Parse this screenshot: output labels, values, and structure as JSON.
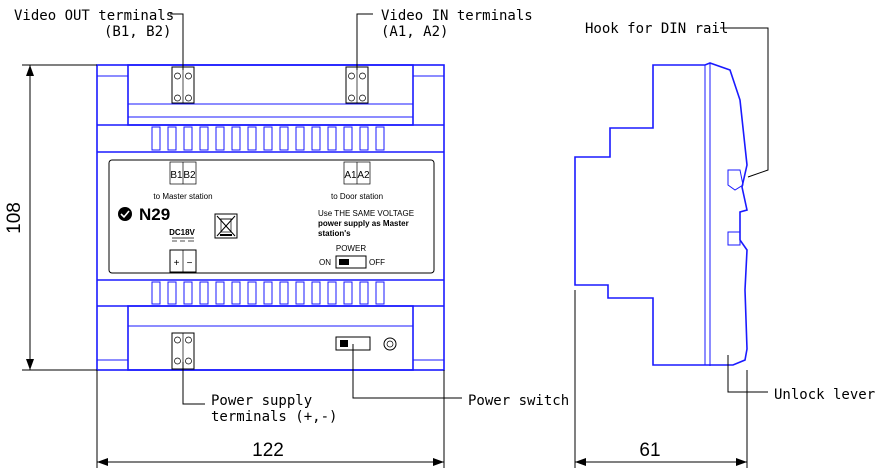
{
  "callouts": {
    "video_out_line1": "Video OUT terminals",
    "video_out_line2": "(B1, B2)",
    "video_in_line1": "Video IN terminals",
    "video_in_line2": "(A1, A2)",
    "hook": "Hook for DIN rail",
    "power_terminals_line1": "Power supply",
    "power_terminals_line2": "terminals (+,-)",
    "power_switch": "Power switch",
    "unlock": "Unlock lever"
  },
  "dimensions": {
    "height": "108",
    "width": "122",
    "depth": "61"
  },
  "panel": {
    "b1": "B1",
    "b2": "B2",
    "a1": "A1",
    "a2": "A2",
    "to_master": "to Master station",
    "to_door": "to Door station",
    "model": "N29",
    "dc": "DC18V",
    "plus": "+",
    "minus": "−",
    "voltage_line1": "Use THE SAME VOLTAGE",
    "voltage_line2": "power supply as Master",
    "voltage_line3": "station's",
    "power": "POWER",
    "on": "ON",
    "off": "OFF"
  },
  "colors": {
    "outline": "#1a1aff",
    "annotation": "#000000"
  }
}
